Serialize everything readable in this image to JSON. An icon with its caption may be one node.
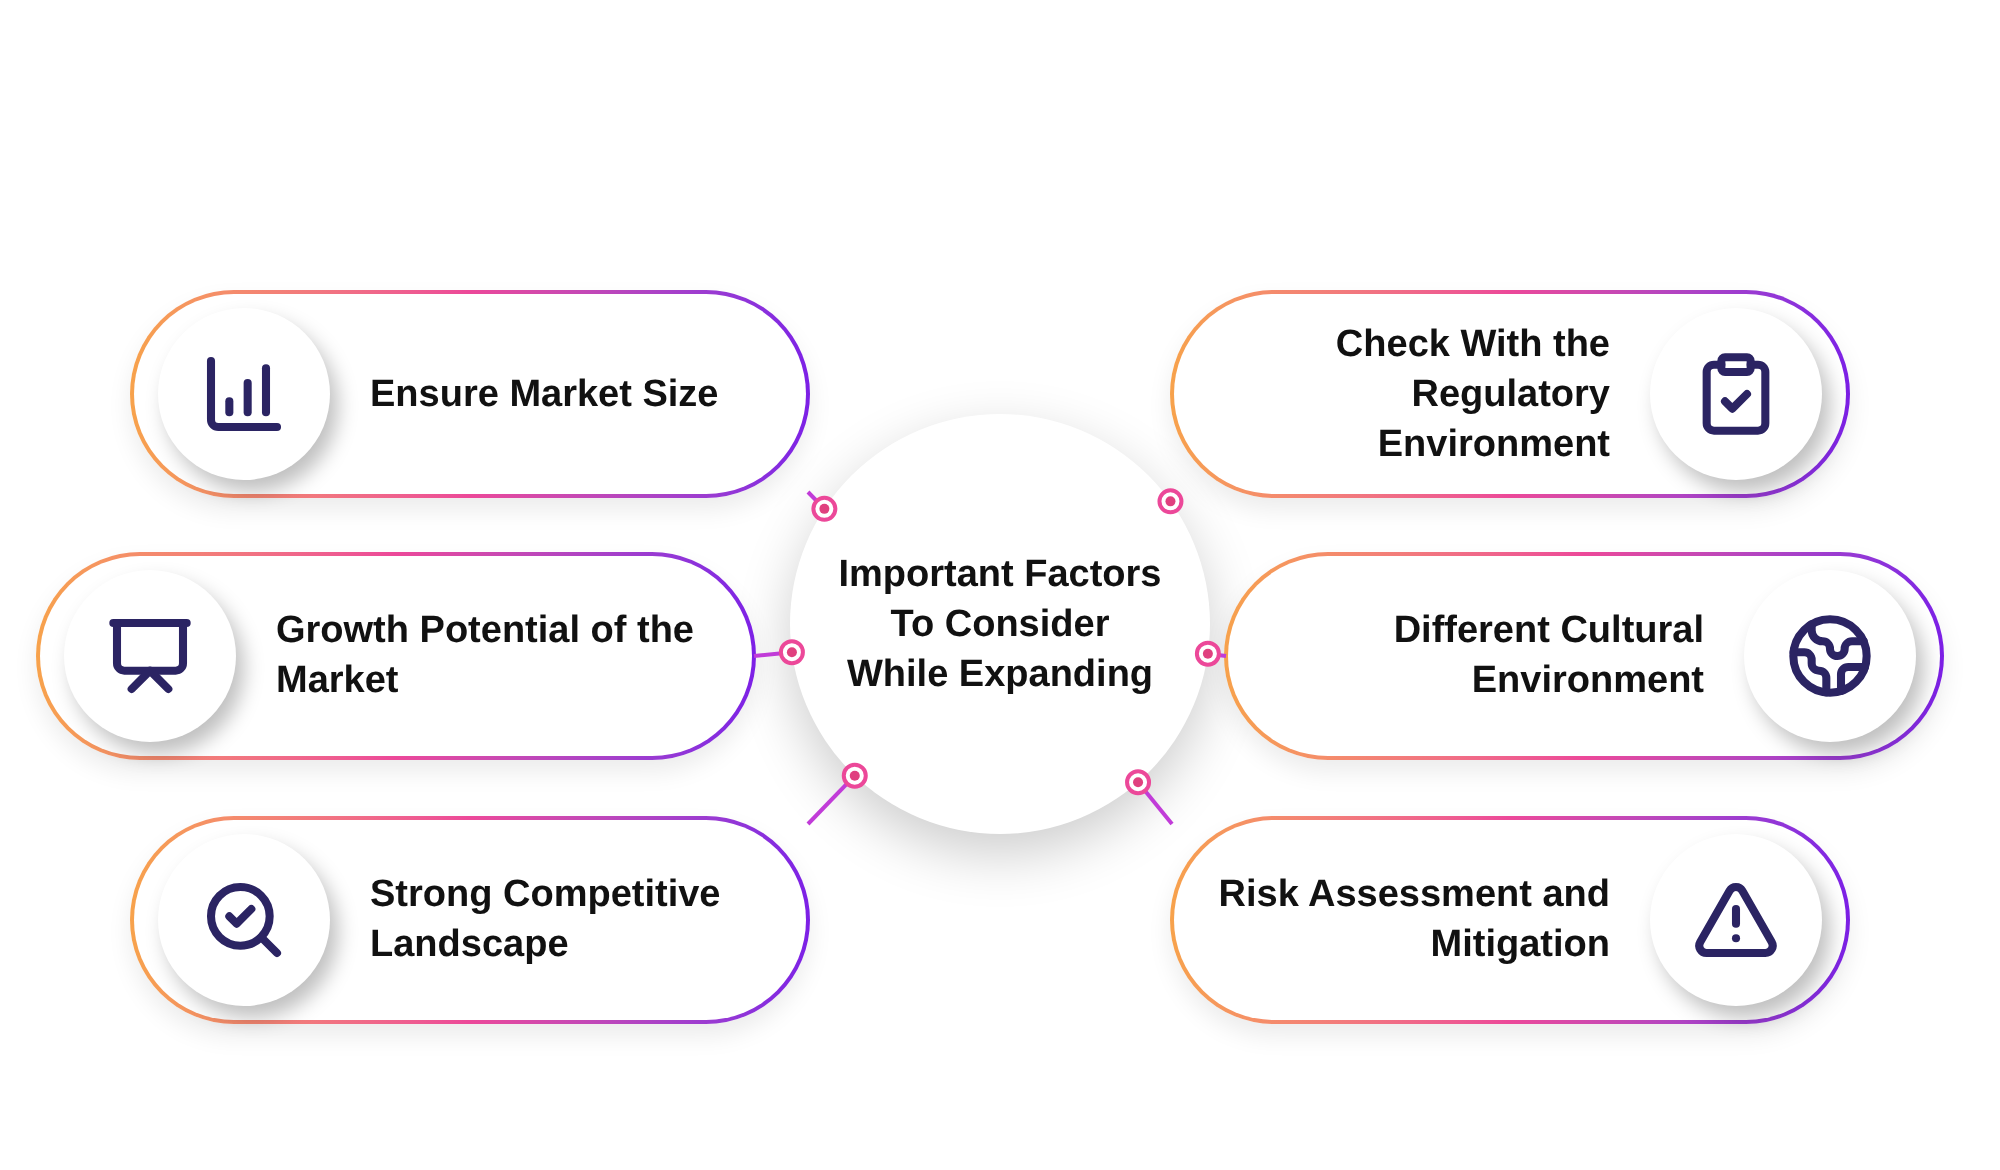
{
  "diagram": {
    "nodes": [
      {
        "text": [
          "Important Factors To Consider While Expanding"
        ]
      },
      {
        "text": [
          "Ensure Market Size"
        ]
      },
      {
        "text": [
          "Growth Potential of the Market"
        ]
      },
      {
        "text": [
          "Strong Competitive Landscape"
        ]
      },
      {
        "text": [
          "Check With the Regulatory Environment"
        ]
      },
      {
        "text": [
          "Different Cultural Environment"
        ]
      },
      {
        "text": [
          "Risk Assessment and Mitigation"
        ]
      }
    ],
    "edges": [
      {
        "from": 1,
        "to": 0,
        "arrow": "other"
      },
      {
        "from": 2,
        "to": 0,
        "arrow": "other"
      },
      {
        "from": 3,
        "to": 0,
        "arrow": "other"
      },
      {
        "from": 4,
        "to": 0,
        "arrow": "other"
      },
      {
        "from": 5,
        "to": 0,
        "arrow": "other"
      },
      {
        "from": 6,
        "to": 0,
        "arrow": "other"
      }
    ]
  }
}
